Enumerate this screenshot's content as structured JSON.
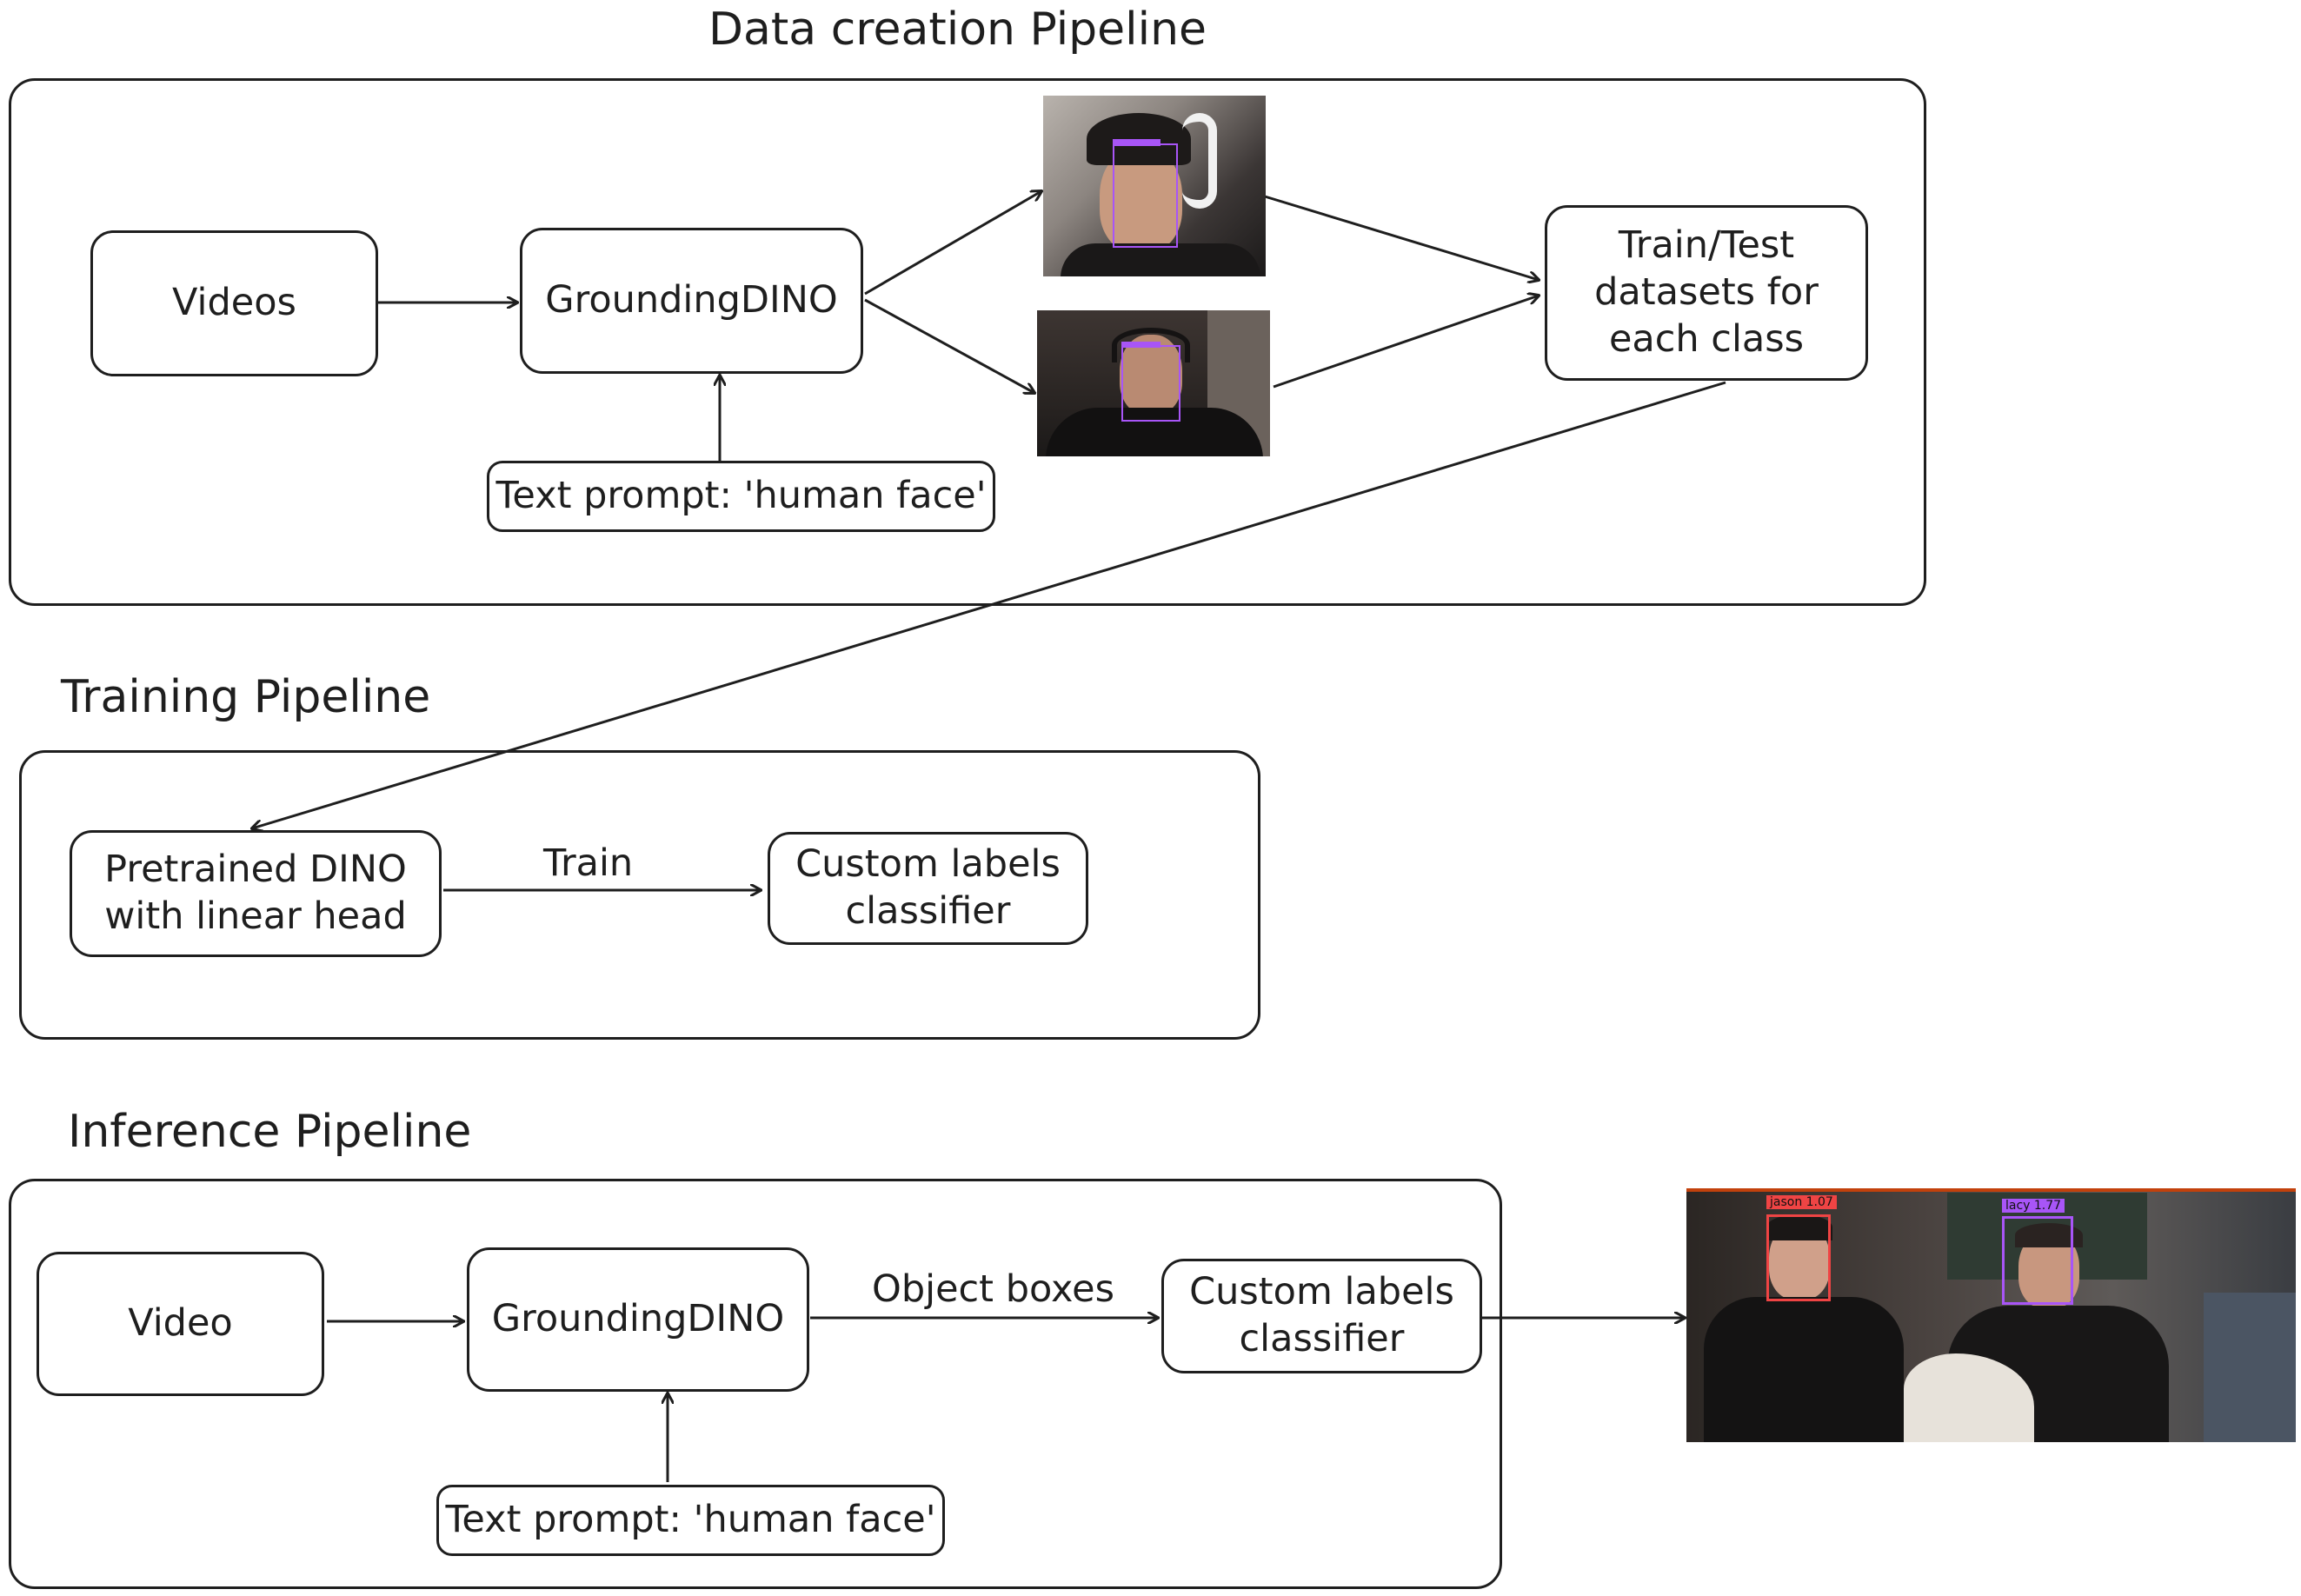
{
  "data_creation": {
    "title": "Data creation Pipeline",
    "videos": "Videos",
    "grounding": "GroundingDINO",
    "prompt": "Text prompt: 'human face'",
    "datasets": "Train/Test datasets for each class"
  },
  "training": {
    "title": "Training Pipeline",
    "pretrained": "Pretrained DINO with linear head",
    "train_label": "Train",
    "classifier": "Custom labels classifier"
  },
  "inference": {
    "title": "Inference Pipeline",
    "video": "Video",
    "grounding": "GroundingDINO",
    "object_boxes": "Object boxes",
    "classifier": "Custom labels classifier",
    "prompt": "Text prompt: 'human face'",
    "output_tags": [
      "jason 1.07",
      "lacy 1.77"
    ]
  },
  "colors": {
    "stroke": "#1e1e1e",
    "face_box_purple": "#a855f7",
    "face_box_red": "#ef4444"
  }
}
